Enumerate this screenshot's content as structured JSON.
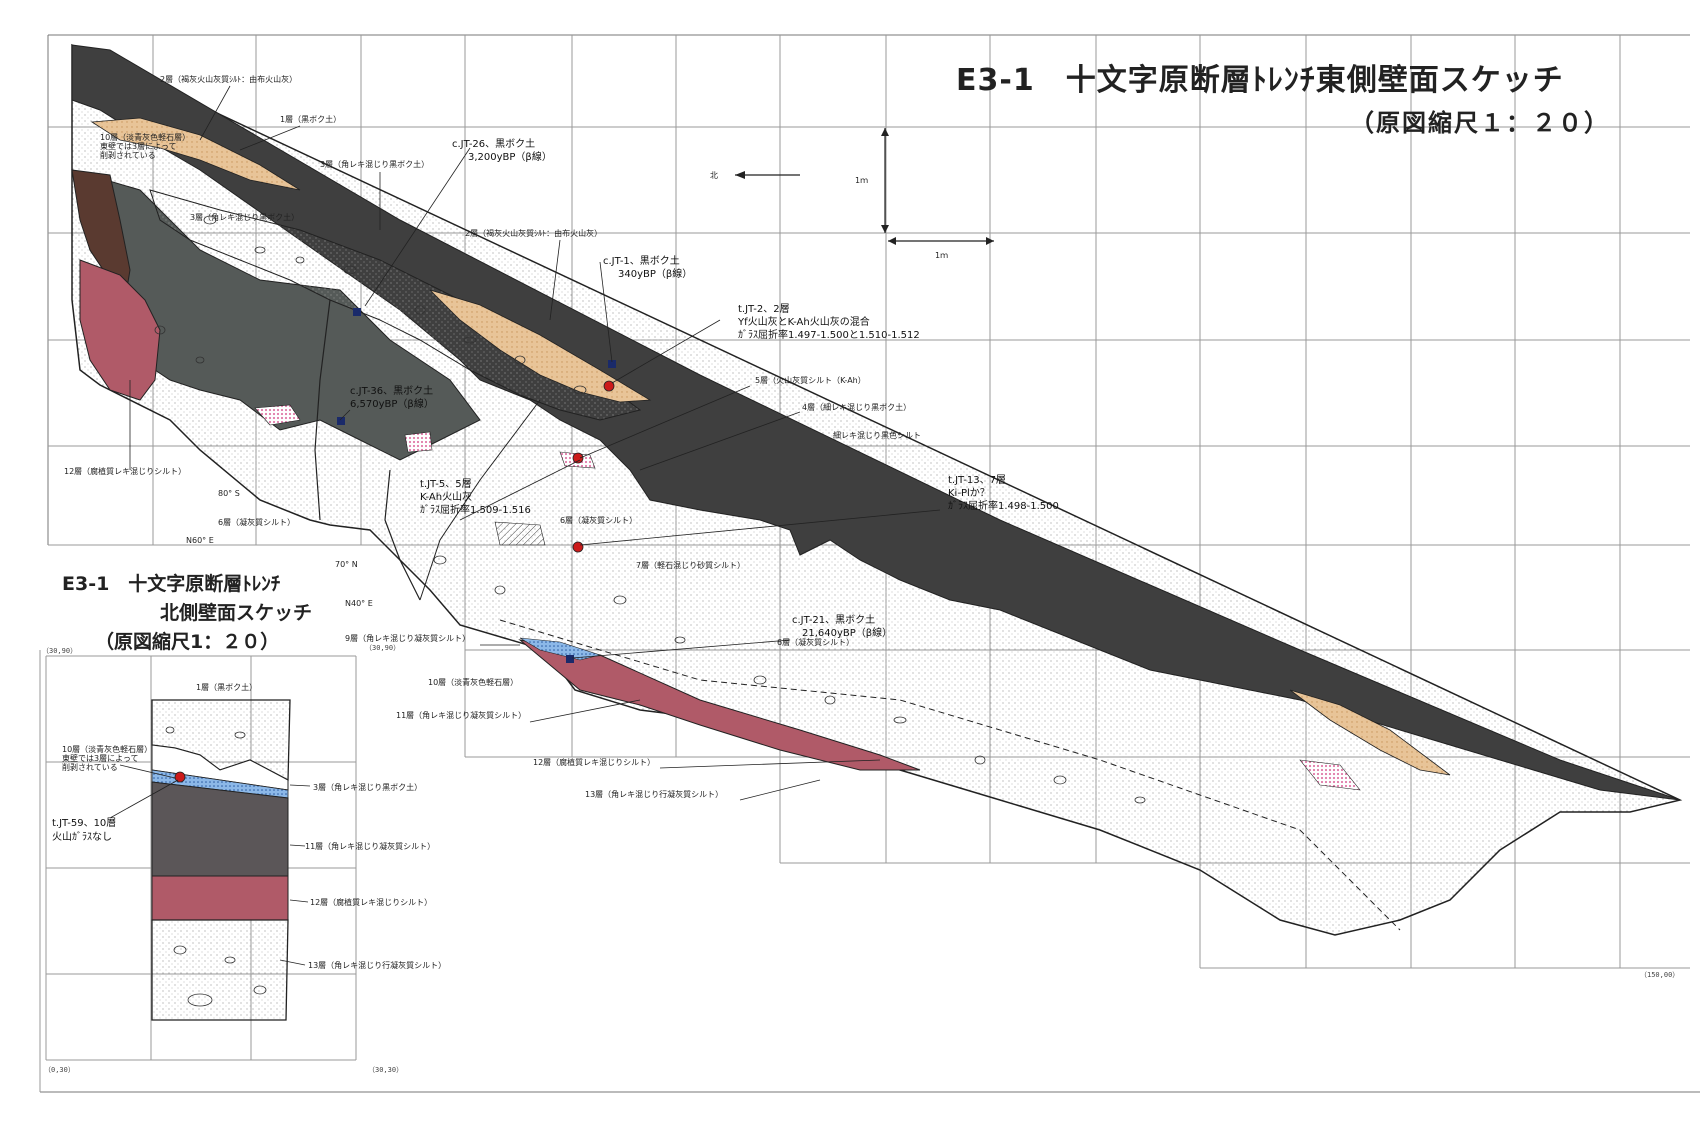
{
  "title": {
    "main": "E3-1　十文字原断層ﾄﾚﾝﾁ東側壁面スケッチ",
    "scale": "（原図縮尺１：２０）"
  },
  "subtitle": {
    "line1": "E3-1　十文字原断層ﾄﾚﾝﾁ",
    "line2": "北側壁面スケッチ",
    "scale": "（原図縮尺1：２０）"
  },
  "colors": {
    "black_soil": "#3d3d3d",
    "dark_gray": "#555a58",
    "orange_ash": "#e8c498",
    "red_silt": "#b05a68",
    "pink": "#e9a0c4",
    "blue": "#8cb8e8",
    "sample_red": "#cc1a1a",
    "sample_blue": "#1a2a6a"
  },
  "scale_bar": {
    "north": "北",
    "vertical": "1ｍ",
    "horizontal": "1ｍ"
  },
  "east_wall": {
    "layer_labels": [
      "2層（褐灰火山灰質ｼﾙﾄ：由布火山灰）",
      "1層（黒ボク土）",
      "3層（角レキ混じり黒ボク土）",
      "3層（角レキ混じり黒ボク土）",
      "2層（褐灰火山灰質ｼﾙﾄ：由布火山灰）",
      "5層（火山灰質シルト（K-Ah）",
      "4層（細レキ混じり黒ボク土）",
      "細レキ混じり黒色シルト",
      "12層（腐植質レキ混じりシルト）",
      "6層（凝灰質シルト）",
      "6層（凝灰質シルト）",
      "7層（軽石混じり砂質シルト）",
      "9層（角レキ混じり凝灰質シルト）",
      "10層（淡青灰色軽石層）",
      "11層（角レキ混じり凝灰質シルト）",
      "6層（凝灰質シルト）",
      "12層（腐植質レキ混じりシルト）",
      "13層（角レキ混じり行凝灰質シルト）"
    ],
    "samples": [
      {
        "lines": [
          "c.JT-26、黒ボク土",
          "3,200yBP（β線）"
        ]
      },
      {
        "lines": [
          "c.JT-1、黒ボク土",
          "340yBP（β線）"
        ]
      },
      {
        "lines": [
          "t.JT-2、2層",
          "Yf火山灰とK-Ah火山灰の混合",
          "ｶﾞﾗｽ屈折率1.497-1.500と1.510-1.512"
        ]
      },
      {
        "lines": [
          "c.JT-36、黒ボク土",
          "6,570yBP（β線）"
        ]
      },
      {
        "lines": [
          "t.JT-5、5層",
          "K-Ah火山灰",
          "ｶﾞﾗｽ屈折率1.509-1.516"
        ]
      },
      {
        "lines": [
          "t.JT-13、7層",
          "Ki-Plか？",
          "ｶﾞﾗｽ屈折率1.498-1.500"
        ]
      },
      {
        "lines": [
          "c.JT-21、黒ボク土",
          "21,640yBP（β線）"
        ]
      }
    ],
    "notes": [
      "10層（淡青灰色軽石層）",
      "東壁では3層によって",
      "削剥されている"
    ],
    "orientations": [
      "80° S",
      "N60° E",
      "70° N",
      "N40° E"
    ]
  },
  "north_wall": {
    "layer_labels": [
      "1層（黒ボク土）",
      "3層（角レキ混じり黒ボク土）",
      "11層（角レキ混じり凝灰質シルト）",
      "12層（腐植質レキ混じりシルト）",
      "13層（角レキ混じり行凝灰質シルト）"
    ],
    "note": [
      "10層（淡青灰色軽石層）",
      "東壁では3層によって",
      "削剥されている"
    ],
    "sample": [
      "t.JT-59、10層",
      "火山ｶﾞﾗｽなし"
    ]
  },
  "coordinates": [
    "（30,90）",
    "（30,90）",
    "（150,00）",
    "（0,30）",
    "（30,30）"
  ]
}
